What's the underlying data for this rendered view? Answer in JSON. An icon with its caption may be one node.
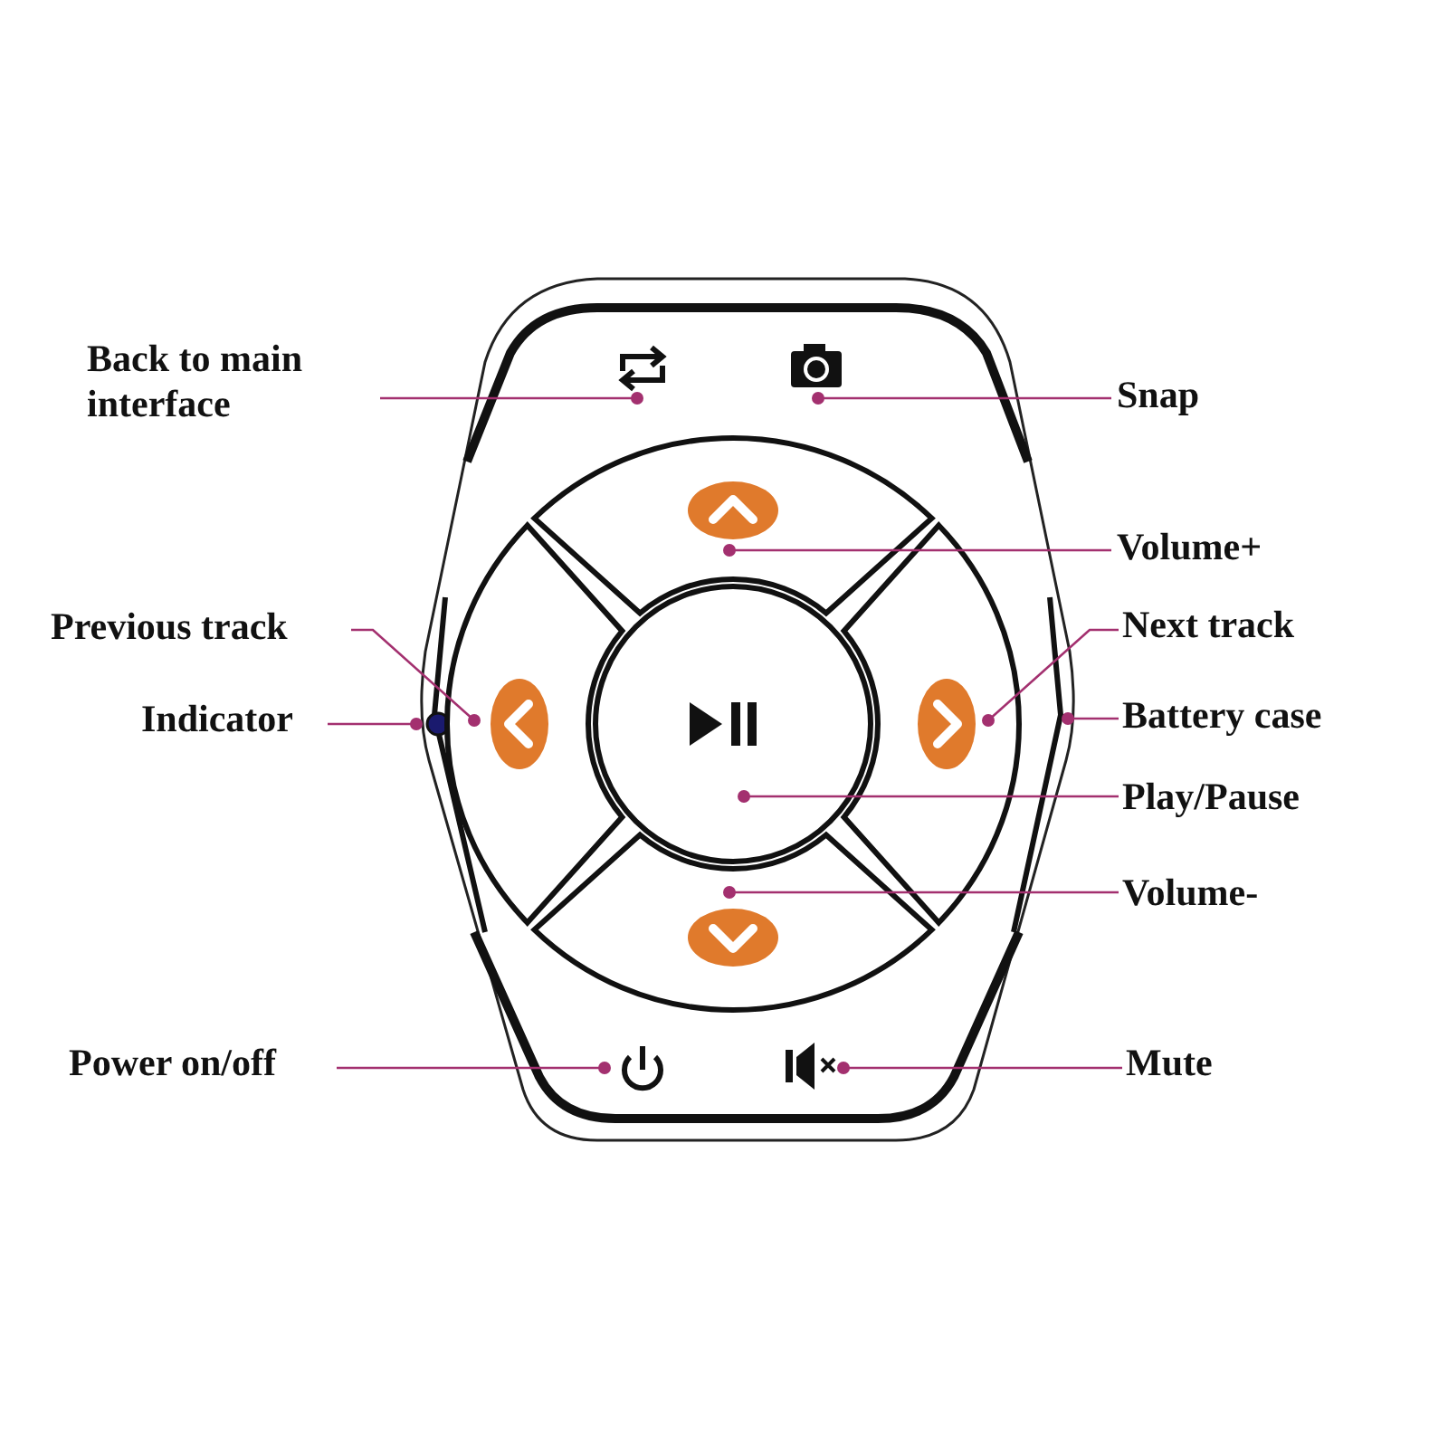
{
  "diagram": {
    "nodes": [
      {
        "text": [],
        "shape": "box"
      },
      {
        "text": [
          "Back to main interface"
        ]
      },
      {
        "text": [],
        "shape": "picture",
        "in": 0
      },
      {
        "text": [],
        "shape": "picture",
        "in": 0
      },
      {
        "text": [
          "Snap"
        ]
      },
      {
        "text": [],
        "shape": "box",
        "in": 0
      },
      {
        "text": [
          "Volume+"
        ]
      },
      {
        "text": [
          "Previous track"
        ]
      },
      {
        "text": [
          "Next track"
        ]
      },
      {
        "text": [
          "Indicator"
        ]
      },
      {
        "text": [],
        "shape": "circle",
        "in": 0
      },
      {
        "text": [],
        "shape": "box",
        "in": 0
      },
      {
        "text": [],
        "shape": "circle",
        "in": 0
      },
      {
        "text": [],
        "shape": "box",
        "in": 0
      },
      {
        "text": [
          "Battery case"
        ]
      },
      {
        "text": [
          "Play/Pause"
        ]
      },
      {
        "text": [],
        "shape": "box",
        "in": 0
      },
      {
        "text": [
          "Volume-"
        ]
      },
      {
        "text": [
          "Power on/off"
        ]
      },
      {
        "text": [],
        "shape": "picture",
        "in": 0
      },
      {
        "text": [],
        "shape": "picture",
        "in": 0
      },
      {
        "text": [
          "Mute"
        ]
      }
    ],
    "edges": [
      {
        "from": 1,
        "to": 2,
        "arrow": "other"
      },
      {
        "from": 4,
        "to": 3,
        "arrow": "other"
      },
      {
        "from": 6,
        "to": 5,
        "arrow": "other"
      },
      {
        "from": 7,
        "to": 11,
        "arrow": "other"
      },
      {
        "from": 8,
        "to": 13,
        "arrow": "other"
      },
      {
        "from": 9,
        "to": 10,
        "arrow": "other"
      },
      {
        "from": 14,
        "to": 0,
        "arrow": "other"
      },
      {
        "from": 15,
        "to": 12,
        "arrow": "other"
      },
      {
        "from": 17,
        "to": 16,
        "arrow": "other"
      },
      {
        "from": 18,
        "to": 19,
        "arrow": "other"
      },
      {
        "from": 21,
        "to": 20,
        "arrow": "other"
      }
    ]
  }
}
